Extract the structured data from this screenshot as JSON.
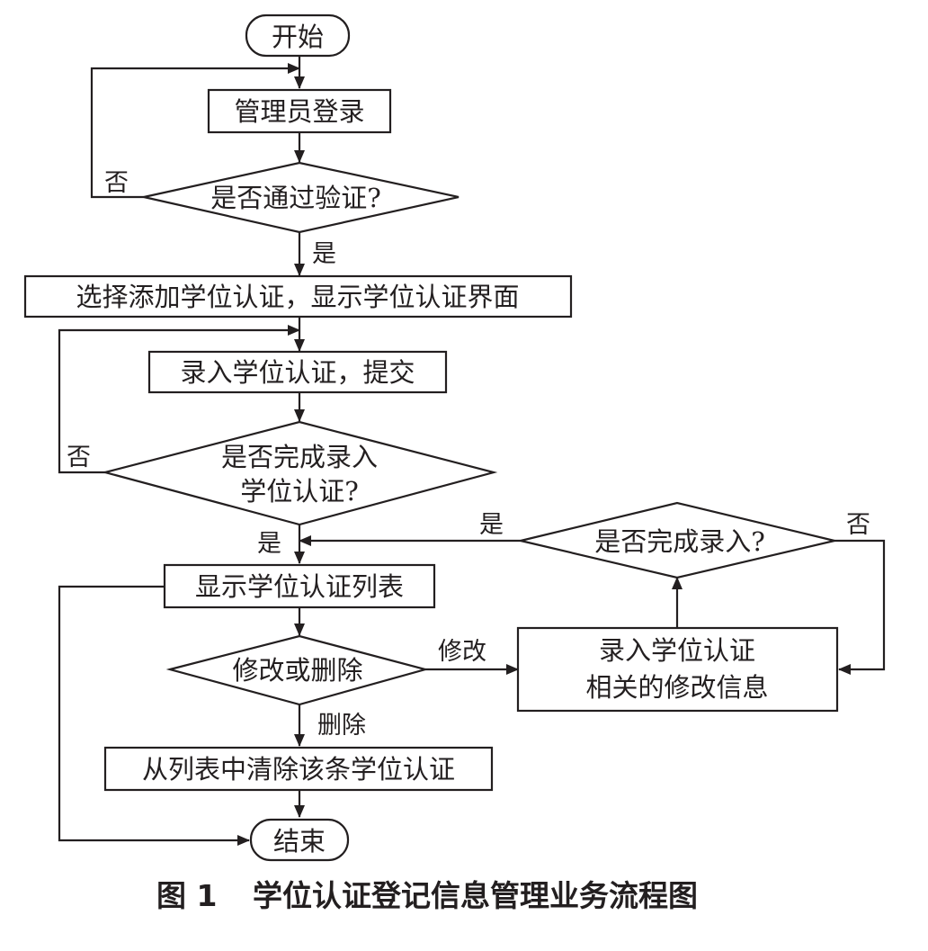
{
  "nodes": {
    "start": "开始",
    "login": "管理员登录",
    "verify": "是否通过验证?",
    "select": "选择添加学位认证，显示学位认证界面",
    "enter": "录入学位认证，提交",
    "done_enter_1": "是否完成录入",
    "done_enter_2": "学位认证?",
    "show_list": "显示学位认证列表",
    "modify_or_delete": "修改或删除",
    "remove": "从列表中清除该条学位认证",
    "end": "结束",
    "modify_info_1": "录入学位认证",
    "modify_info_2": "相关的修改信息",
    "done_modify": "是否完成录入?"
  },
  "edges": {
    "verify_no": "否",
    "verify_yes": "是",
    "done_enter_no": "否",
    "done_enter_yes": "是",
    "modify": "修改",
    "delete": "删除",
    "done_modify_yes": "是",
    "done_modify_no": "否"
  },
  "caption": {
    "figure_no": "图 1",
    "title": "学位认证登记信息管理业务流程图"
  }
}
